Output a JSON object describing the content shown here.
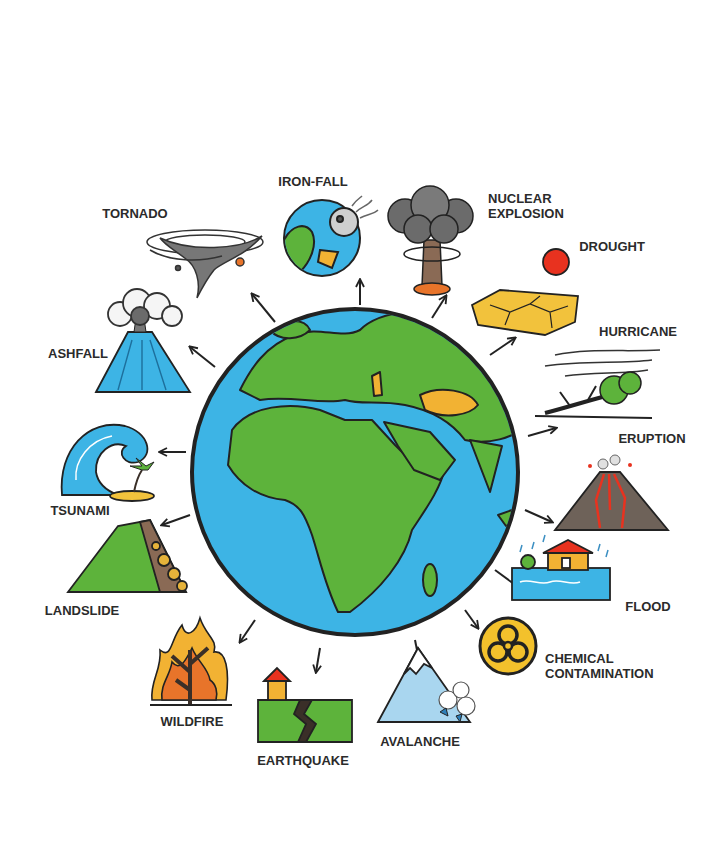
{
  "diagram": {
    "nodes": [
      {
        "text": [
          "TORNADO"
        ]
      },
      {
        "text": [
          "IRON-FALL"
        ]
      },
      {
        "text": [
          "NUCLEAR EXPLOSION"
        ]
      },
      {
        "text": [
          "DROUGHT"
        ]
      },
      {
        "text": [
          "HURRICANE"
        ]
      },
      {
        "text": [
          "ERUPTION"
        ]
      },
      {
        "text": [
          "FLOOD"
        ]
      },
      {
        "text": [
          "CHEMICAL CONTAMINATION"
        ]
      },
      {
        "text": [
          "AVALANCHE"
        ]
      },
      {
        "text": [
          "EARTHQUAKE"
        ]
      },
      {
        "text": [
          "WILDFIRE"
        ]
      },
      {
        "text": [
          "LANDSLIDE"
        ]
      },
      {
        "text": [
          "TSUNAMI"
        ]
      },
      {
        "text": [
          "ASHFALL"
        ]
      }
    ]
  }
}
